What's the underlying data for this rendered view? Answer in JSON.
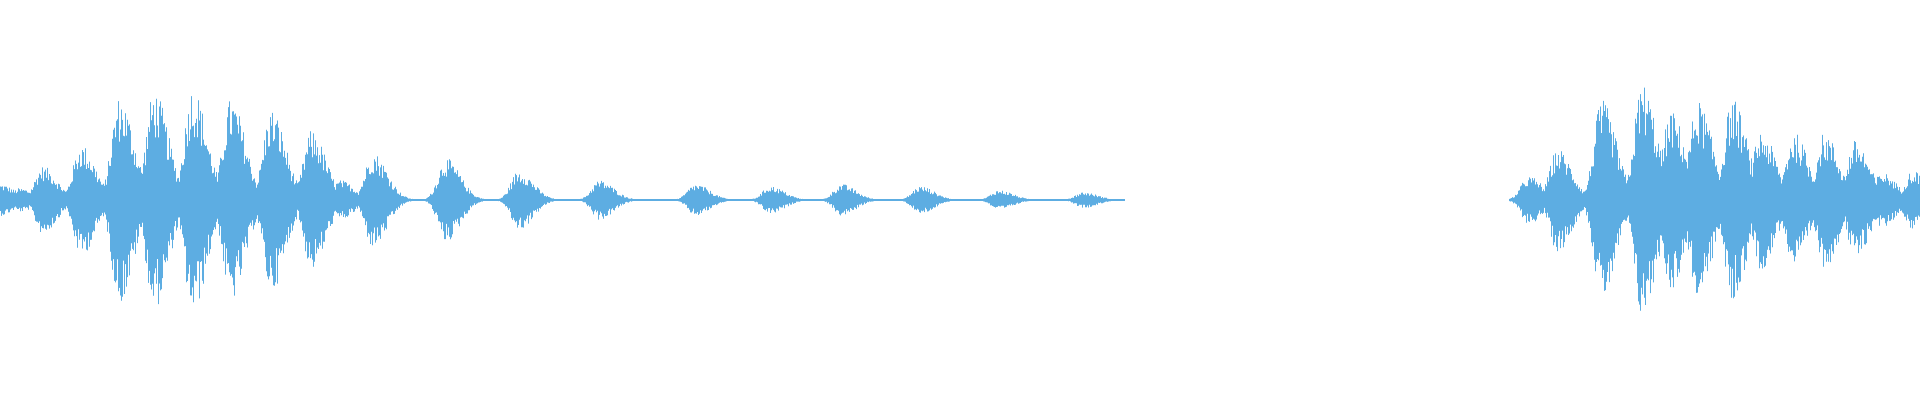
{
  "waveform": {
    "color": "#5DADE2",
    "background": "#ffffff",
    "segments": [
      {
        "name": "segment-1",
        "gain": 1.0,
        "bursts": [
          {
            "c": 0.0,
            "a": 0.08
          },
          {
            "c": 0.01,
            "a": 0.06
          },
          {
            "c": 0.022,
            "a": 0.17
          },
          {
            "c": 0.042,
            "a": 0.28
          },
          {
            "c": 0.062,
            "a": 0.52
          },
          {
            "c": 0.08,
            "a": 0.55
          },
          {
            "c": 0.1,
            "a": 0.57
          },
          {
            "c": 0.12,
            "a": 0.51
          },
          {
            "c": 0.141,
            "a": 0.46
          },
          {
            "c": 0.162,
            "a": 0.35
          },
          {
            "c": 0.177,
            "a": 0.1
          },
          {
            "c": 0.194,
            "a": 0.24
          },
          {
            "c": 0.232,
            "a": 0.21
          },
          {
            "c": 0.27,
            "a": 0.15
          },
          {
            "c": 0.312,
            "a": 0.1
          },
          {
            "c": 0.362,
            "a": 0.08
          },
          {
            "c": 0.401,
            "a": 0.07
          },
          {
            "c": 0.438,
            "a": 0.08
          },
          {
            "c": 0.479,
            "a": 0.07
          },
          {
            "c": 0.52,
            "a": 0.05
          },
          {
            "c": 0.564,
            "a": 0.04
          }
        ],
        "tail_end": 0.585
      },
      {
        "name": "segment-2",
        "gain": 1.0,
        "bursts": [
          {
            "c": 0.796,
            "a": 0.12
          },
          {
            "c": 0.811,
            "a": 0.26
          },
          {
            "c": 0.834,
            "a": 0.5
          },
          {
            "c": 0.855,
            "a": 0.59
          },
          {
            "c": 0.87,
            "a": 0.45
          },
          {
            "c": 0.884,
            "a": 0.5
          },
          {
            "c": 0.902,
            "a": 0.51
          },
          {
            "c": 0.917,
            "a": 0.35
          },
          {
            "c": 0.934,
            "a": 0.34
          },
          {
            "c": 0.95,
            "a": 0.34
          },
          {
            "c": 0.966,
            "a": 0.3
          },
          {
            "c": 0.98,
            "a": 0.14
          },
          {
            "c": 0.996,
            "a": 0.15
          }
        ],
        "tail_start": 0.786
      }
    ]
  }
}
